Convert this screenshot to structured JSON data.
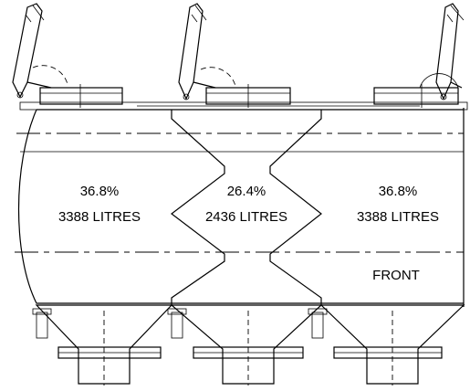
{
  "compartments": [
    {
      "percent": "36.8%",
      "volume": "3388 LITRES"
    },
    {
      "percent": "26.4%",
      "volume": "2436 LITRES"
    },
    {
      "percent": "36.8%",
      "volume": "3388 LITRES"
    }
  ],
  "orientation_label": "FRONT"
}
